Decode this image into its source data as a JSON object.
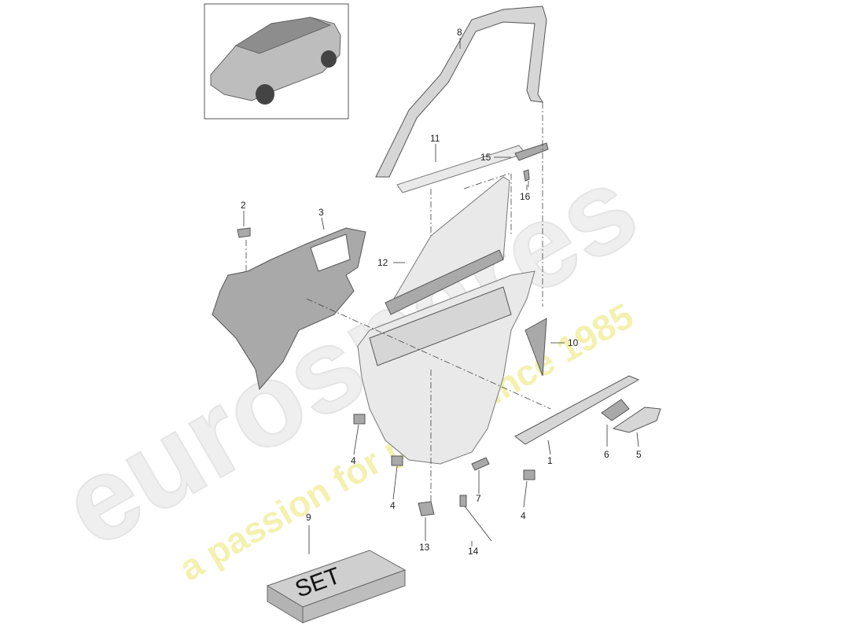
{
  "watermark": {
    "brand": "eurospares",
    "tagline": "a passion for parts since 1985"
  },
  "callouts": [
    {
      "id": "1",
      "label": "1"
    },
    {
      "id": "2",
      "label": "2"
    },
    {
      "id": "3",
      "label": "3"
    },
    {
      "id": "4a",
      "label": "4"
    },
    {
      "id": "4b",
      "label": "4"
    },
    {
      "id": "4c",
      "label": "4"
    },
    {
      "id": "5",
      "label": "5"
    },
    {
      "id": "6",
      "label": "6"
    },
    {
      "id": "7",
      "label": "7"
    },
    {
      "id": "8",
      "label": "8"
    },
    {
      "id": "9",
      "label": "9"
    },
    {
      "id": "10",
      "label": "10"
    },
    {
      "id": "11",
      "label": "11"
    },
    {
      "id": "12",
      "label": "12"
    },
    {
      "id": "13",
      "label": "13"
    },
    {
      "id": "14",
      "label": "14"
    },
    {
      "id": "15",
      "label": "15"
    },
    {
      "id": "16",
      "label": "16"
    }
  ],
  "set_box": {
    "label": "SET"
  }
}
